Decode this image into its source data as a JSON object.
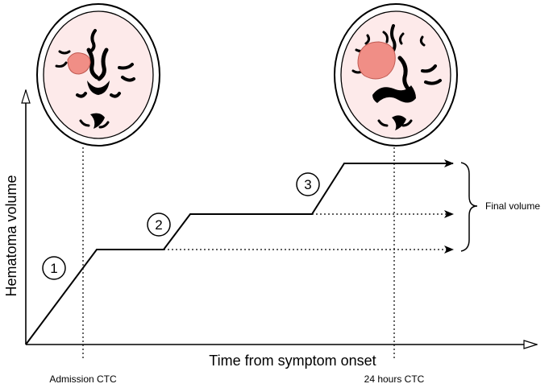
{
  "axes": {
    "x_label": "Time from symptom onset",
    "y_label": "Hematoma volume"
  },
  "markers": [
    {
      "label": "Admission CTC"
    },
    {
      "label": "24 hours CTC"
    }
  ],
  "phases": [
    "1",
    "2",
    "3"
  ],
  "final_volume_label": "Final volume",
  "colors": {
    "hematoma": "#f08e86",
    "brain": "#fcecec",
    "line": "#000000"
  }
}
